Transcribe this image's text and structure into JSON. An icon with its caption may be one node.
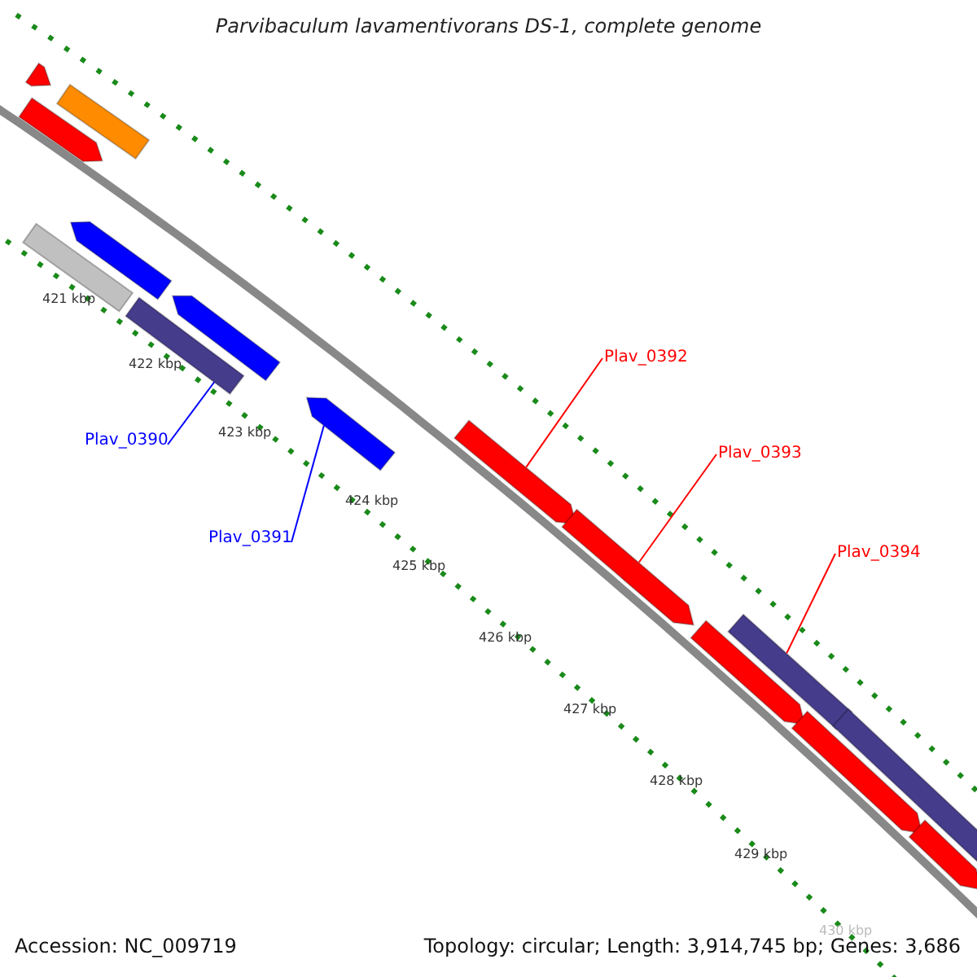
{
  "diagram": {
    "title": "Parvibaculum lavamentivorans DS-1, complete genome",
    "nodes": [
      {
        "text": [
          "Plav_0390"
        ]
      },
      {
        "text": [
          "Plav_0391"
        ]
      },
      {
        "text": [
          "Plav_0392"
        ]
      },
      {
        "text": [
          "Plav_0393"
        ]
      },
      {
        "text": [
          "Plav_0394"
        ]
      },
      {
        "text": [],
        "shape": "bar"
      },
      {
        "text": [],
        "shape": "bar"
      },
      {
        "text": [],
        "shape": "bar"
      },
      {
        "text": [],
        "shape": "bar"
      },
      {
        "text": [],
        "shape": "bar"
      },
      {
        "text": [],
        "shape": "bar"
      },
      {
        "text": [],
        "shape": "bar"
      },
      {
        "text": [],
        "shape": "bar"
      },
      {
        "text": [],
        "shape": "bar"
      },
      {
        "text": [],
        "shape": "bar"
      },
      {
        "text": [],
        "shape": "bar"
      },
      {
        "text": [],
        "shape": "bar"
      },
      {
        "text": [],
        "shape": "bar"
      },
      {
        "text": [],
        "shape": "bar"
      },
      {
        "text": [],
        "shape": "bar"
      }
    ],
    "edges": [
      {
        "from": 0,
        "to": 10,
        "arrow": "none",
        "color": "#0000ff"
      },
      {
        "from": 1,
        "to": 12,
        "arrow": "none",
        "color": "#0000ff"
      },
      {
        "from": 2,
        "to": 13,
        "arrow": "none"
      },
      {
        "from": 3,
        "to": 14,
        "arrow": "none"
      },
      {
        "from": 4,
        "to": 16,
        "arrow": "none"
      }
    ],
    "labels": [
      "421 kbp",
      "422 kbp",
      "423 kbp",
      "424 kbp",
      "425 kbp",
      "426 kbp",
      "427 kbp",
      "428 kbp",
      "429 kbp",
      "430 kbp",
      "Accession: NC_009719",
      "Topology: circular; Length: 3,914,745 bp; Genes: 3,686"
    ]
  }
}
